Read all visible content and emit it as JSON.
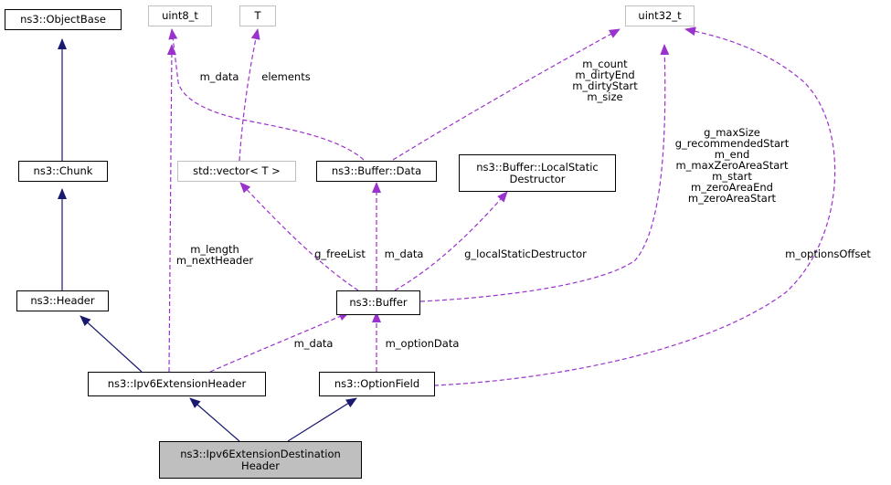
{
  "colors": {
    "inheritance": "#191970",
    "usage": "#9a32cd",
    "external_border": "#bfbfbf",
    "focus_fill": "#bfbfbf"
  },
  "nodes": {
    "objectbase": "ns3::ObjectBase",
    "chunk": "ns3::Chunk",
    "header": "ns3::Header",
    "ipv6ext": "ns3::Ipv6ExtensionHeader",
    "dest": "ns3::Ipv6ExtensionDestination\nHeader",
    "uint8": "uint8_t",
    "T": "T",
    "vector": "std::vector< T >",
    "bufdata": "ns3::Buffer::Data",
    "localstatic": "ns3::Buffer::LocalStatic\nDestructor",
    "uint32": "uint32_t",
    "buffer": "ns3::Buffer",
    "optionfield": "ns3::OptionField"
  },
  "edge_labels": {
    "bufdata_uint8": "m_data",
    "vector_T": "elements",
    "bufdata_uint32": "m_count\nm_dirtyEnd\nm_dirtyStart\nm_size",
    "buffer_uint32": "g_maxSize\ng_recommendedStart\nm_end\nm_maxZeroAreaStart\nm_start\nm_zeroAreaEnd\nm_zeroAreaStart",
    "ipv6ext_uint8": "m_length\nm_nextHeader",
    "buffer_vector": "g_freeList",
    "buffer_bufdata": "m_data",
    "buffer_localstatic": "g_localStaticDestructor",
    "optionfield_uint32": "m_optionsOffset",
    "ipv6ext_buffer": "m_data",
    "optionfield_buffer": "m_optionData"
  }
}
